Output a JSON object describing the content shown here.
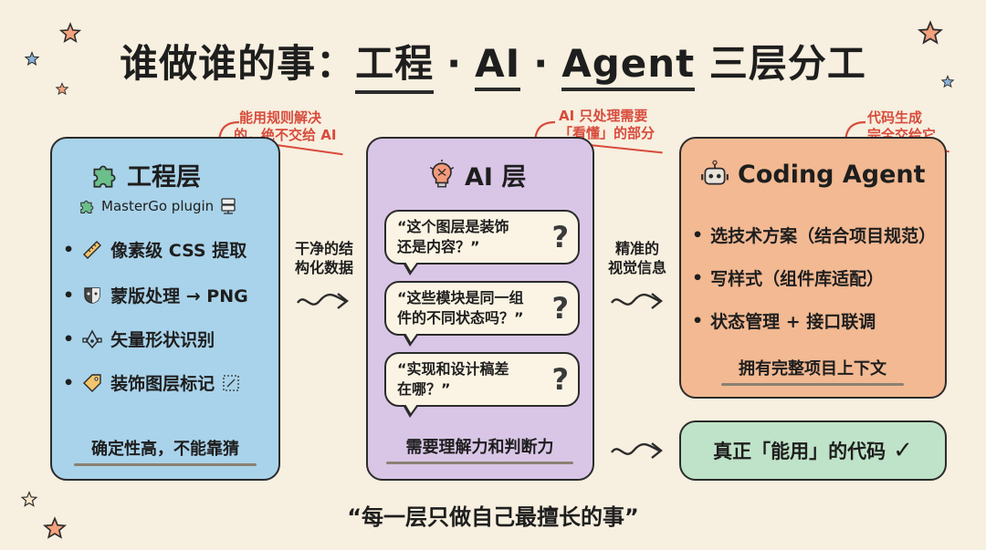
{
  "title": {
    "part1": "谁做谁的事：",
    "part2": "工程",
    "part3": "AI",
    "part4": "Agent",
    "part5": "三层分工",
    "dot": "·"
  },
  "engineering": {
    "note": [
      "能用规则解决",
      "的，绝不交给 AI"
    ],
    "title": "工程层",
    "plugin": "MasterGo plugin",
    "items": [
      "像素级 CSS 提取",
      "蒙版处理 → PNG",
      "矢量形状识别",
      "装饰图层标记"
    ],
    "footer": "确定性高，不能靠猜",
    "colors": {
      "bg": "#a9d3ea"
    }
  },
  "connector1": [
    "干净的结",
    "构化数据"
  ],
  "ai": {
    "note": [
      "AI 只处理需要",
      "「看懂」的部分"
    ],
    "title": "AI 层",
    "bubbles": [
      {
        "lines": [
          "“这个图层是装饰",
          "还是内容？”"
        ],
        "q": "?"
      },
      {
        "lines": [
          "“这些模块是同一组",
          "件的不同状态吗？”"
        ],
        "q": "?"
      },
      {
        "lines": [
          "“实现和设计稿差",
          "在哪？”"
        ],
        "q": "?"
      }
    ],
    "footer": "需要理解力和判断力",
    "colors": {
      "bg": "#d9c6e6"
    }
  },
  "connector2": [
    "精准的",
    "视觉信息"
  ],
  "agent": {
    "note": [
      "代码生成",
      "完全交给它"
    ],
    "title": "Coding Agent",
    "items": [
      "选技术方案（结合项目规范）",
      "写样式（组件库适配）",
      "状态管理 + 接口联调"
    ],
    "footer": "拥有完整项目上下文",
    "colors": {
      "bg": "#f2b992"
    }
  },
  "result": {
    "label": "真正「能用」的代码",
    "check": "✓",
    "colors": {
      "bg": "#bfe3c8"
    }
  },
  "quote": "“每一层只做自己最擅长的事”",
  "icons": [
    "puzzle-icon",
    "server-icon",
    "ruler-icon",
    "mask-icon",
    "vector-pen-icon",
    "tag-icon",
    "brain-bulb-icon",
    "robot-icon",
    "squiggle-arrow-icon",
    "star-icon"
  ],
  "accent": "#d84b3c"
}
